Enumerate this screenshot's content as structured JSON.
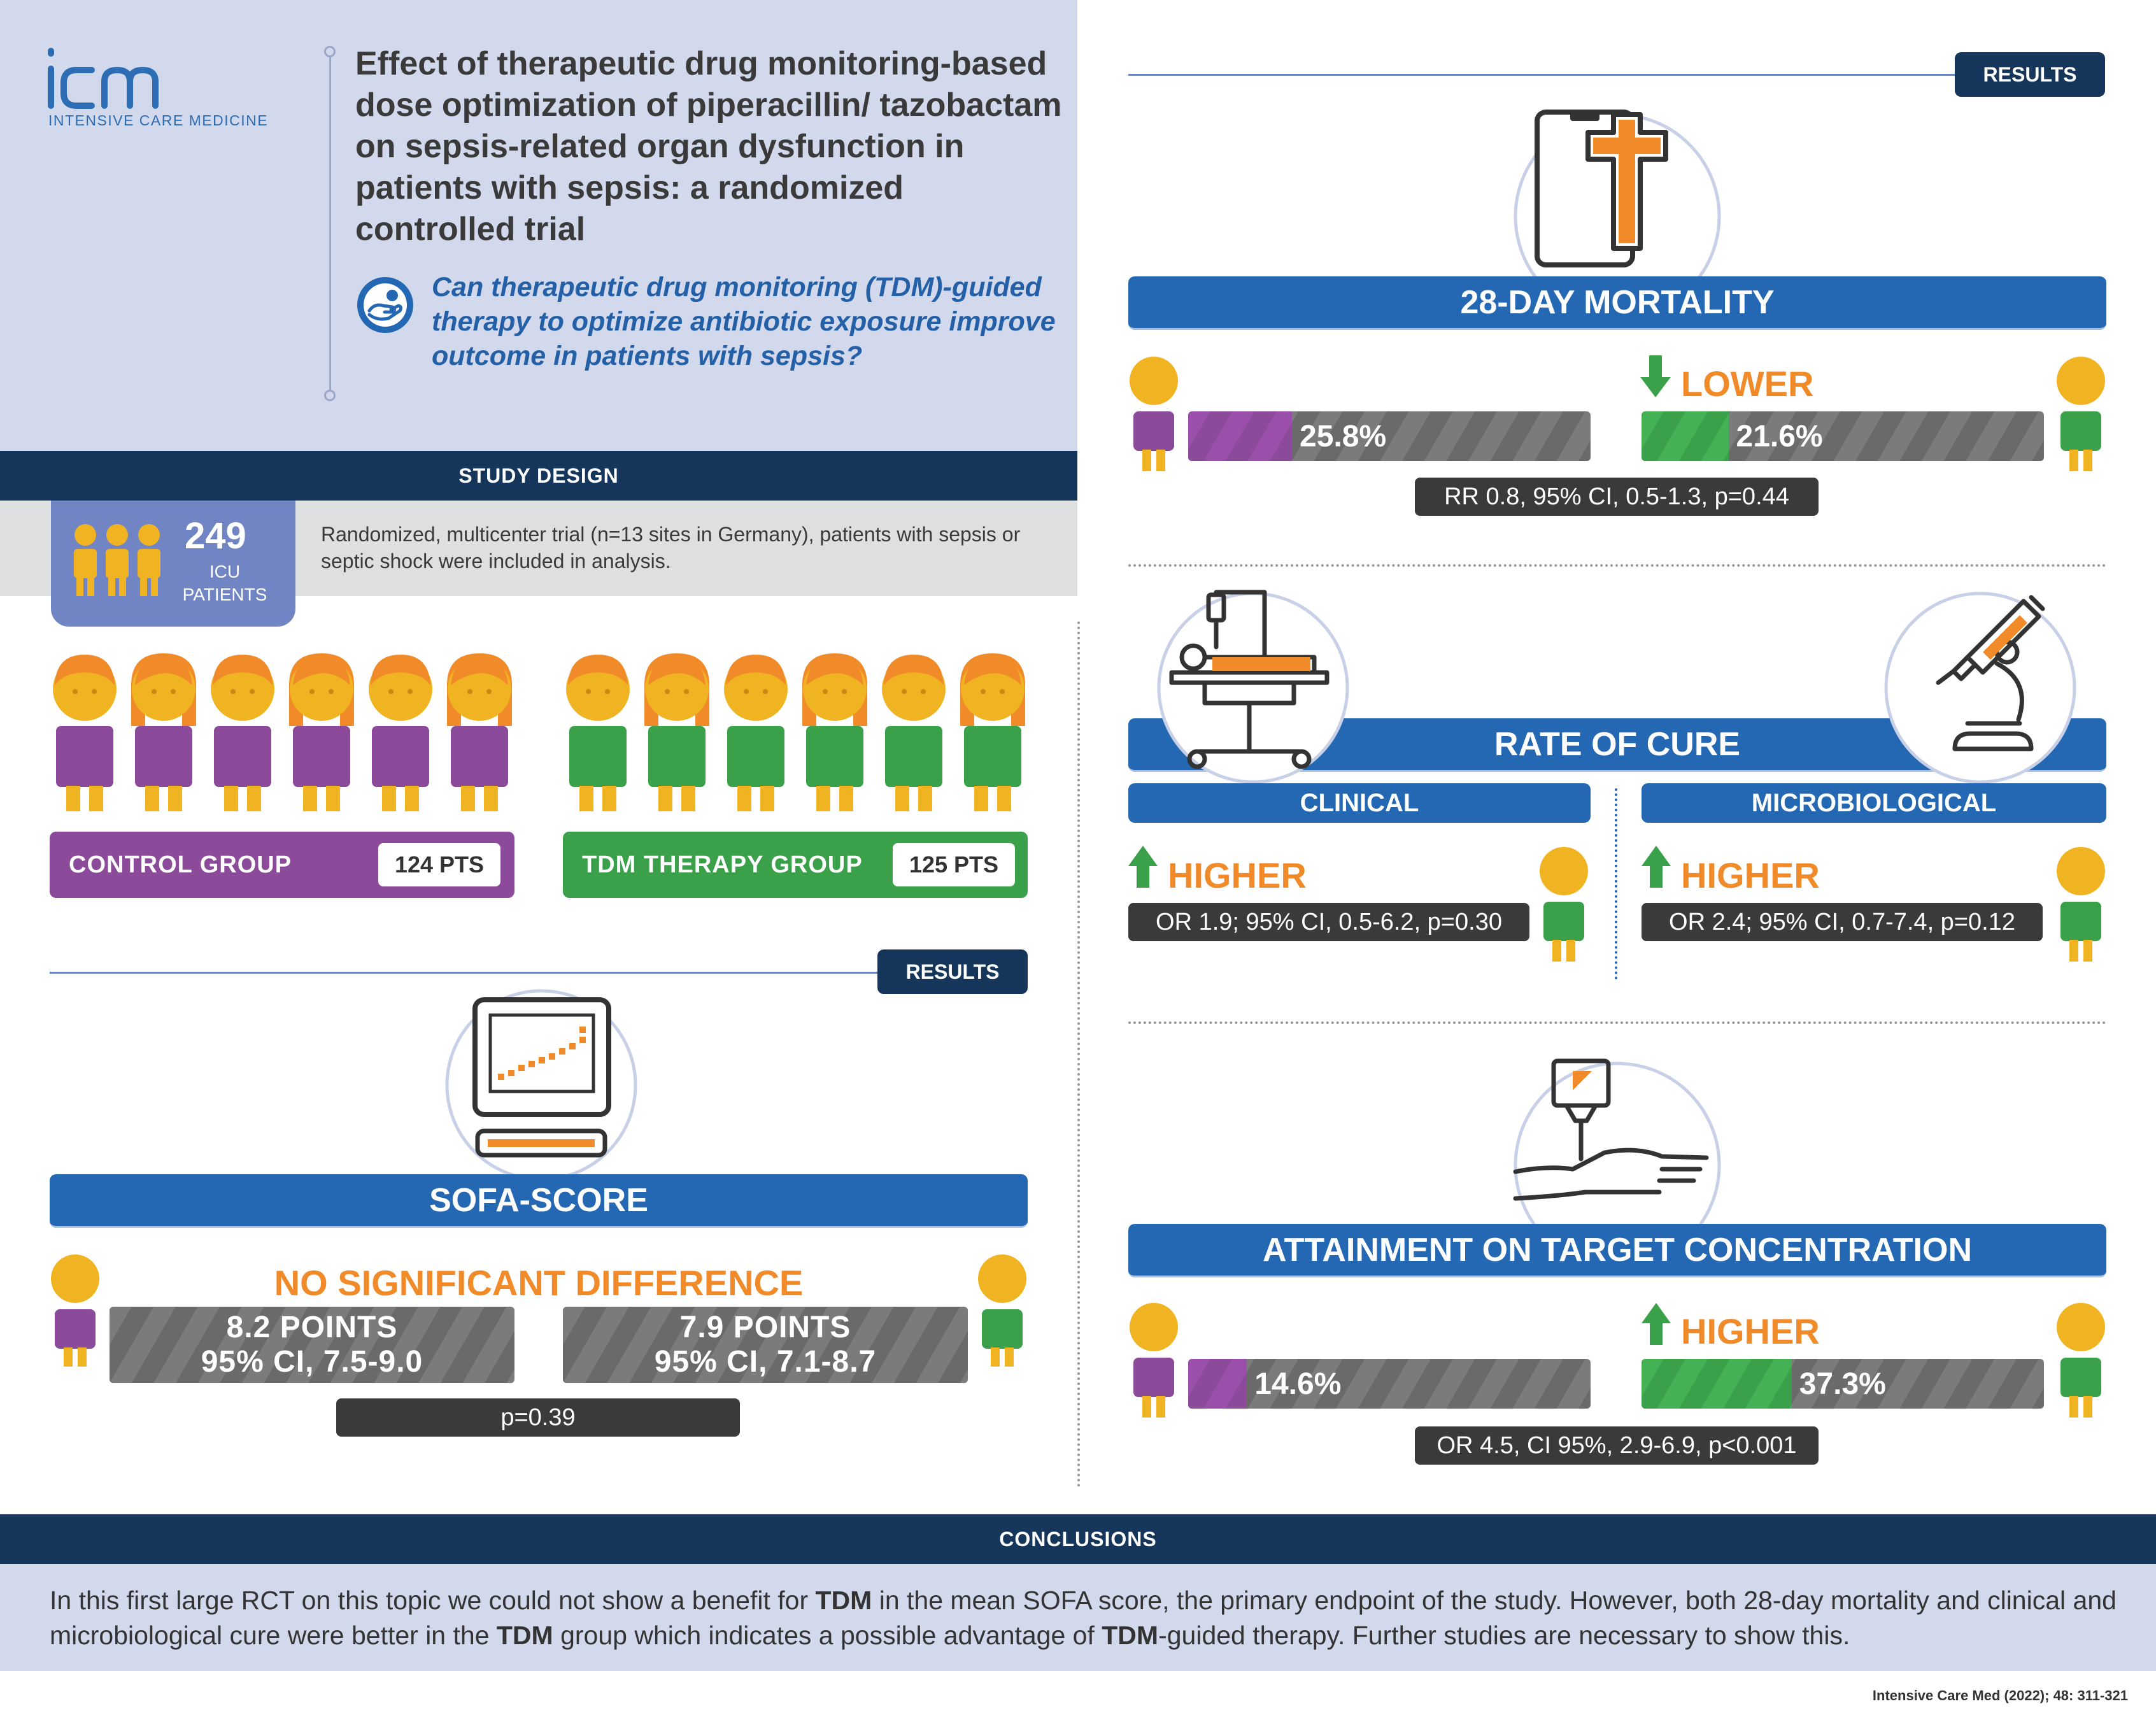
{
  "header": {
    "logo_text": "icm",
    "logo_subtitle": "INTENSIVE CARE MEDICINE",
    "title": "Effect of therapeutic drug monitoring-based dose optimization of piperacillin/ tazobactam on sepsis-related organ dysfunction in patients with sepsis: a randomized controlled trial",
    "question": "Can therapeutic drug monitoring (TDM)-guided therapy to optimize antibiotic exposure improve outcome in patients with sepsis?"
  },
  "study_design": {
    "band_label": "STUDY DESIGN",
    "patients_count": "249",
    "patients_label": "ICU PATIENTS",
    "description": "Randomized, multicenter trial (n=13 sites in Germany), patients with sepsis or septic shock were included in analysis."
  },
  "groups": {
    "control_label": "CONTROL GROUP",
    "control_count": "124 PTS",
    "tdm_label": "TDM THERAPY GROUP",
    "tdm_count": "125 PTS"
  },
  "sofa": {
    "results_tag": "RESULTS",
    "title": "SOFA-SCORE",
    "verdict": "NO SIGNIFICANT DIFFERENCE",
    "control_value": "8.2 POINTS",
    "control_ci": "95% CI, 7.5-9.0",
    "tdm_value": "7.9 POINTS",
    "tdm_ci": "95% CI, 7.1-8.7",
    "p_value": "p=0.39"
  },
  "mortality": {
    "results_tag": "RESULTS",
    "title": "28-DAY MORTALITY",
    "verdict": "LOWER",
    "control_pct": 25.8,
    "control_label": "25.8%",
    "tdm_pct": 21.6,
    "tdm_label": "21.6%",
    "stat": "RR 0.8, 95% CI, 0.5-1.3, p=0.44"
  },
  "cure": {
    "title": "RATE OF CURE",
    "clinical_label": "CLINICAL",
    "clinical_verdict": "HIGHER",
    "clinical_stat": "OR 1.9; 95% CI, 0.5-6.2, p=0.30",
    "micro_label": "MICROBIOLOGICAL",
    "micro_verdict": "HIGHER",
    "micro_stat": "OR 2.4; 95% CI, 0.7-7.4, p=0.12"
  },
  "attainment": {
    "title": "ATTAINMENT ON TARGET CONCENTRATION",
    "verdict": "HIGHER",
    "control_pct": 14.6,
    "control_label": "14.6%",
    "tdm_pct": 37.3,
    "tdm_label": "37.3%",
    "stat": "OR 4.5, CI 95%, 2.9-6.9, p<0.001"
  },
  "conclusions": {
    "band_label": "CONCLUSIONS",
    "text_1": "In this first large RCT on this topic we could not show a benefit for ",
    "tdm": "TDM",
    "text_2": " in the mean SOFA score, the primary endpoint of the study. However, both 28-day mortality and clinical and microbiological cure were better in the ",
    "text_3": " group which indicates a possible advantage of ",
    "text_4": "-guided therapy. Further studies are necessary to show this."
  },
  "citation": "Intensive Care Med (2022); 48: 311-321",
  "colors": {
    "navy": "#15365a",
    "blue": "#2467b2",
    "control_purple": "#8c4a9b",
    "tdm_green": "#3aa14a",
    "accent_orange": "#f18a28",
    "skin_yellow": "#f0b422"
  }
}
